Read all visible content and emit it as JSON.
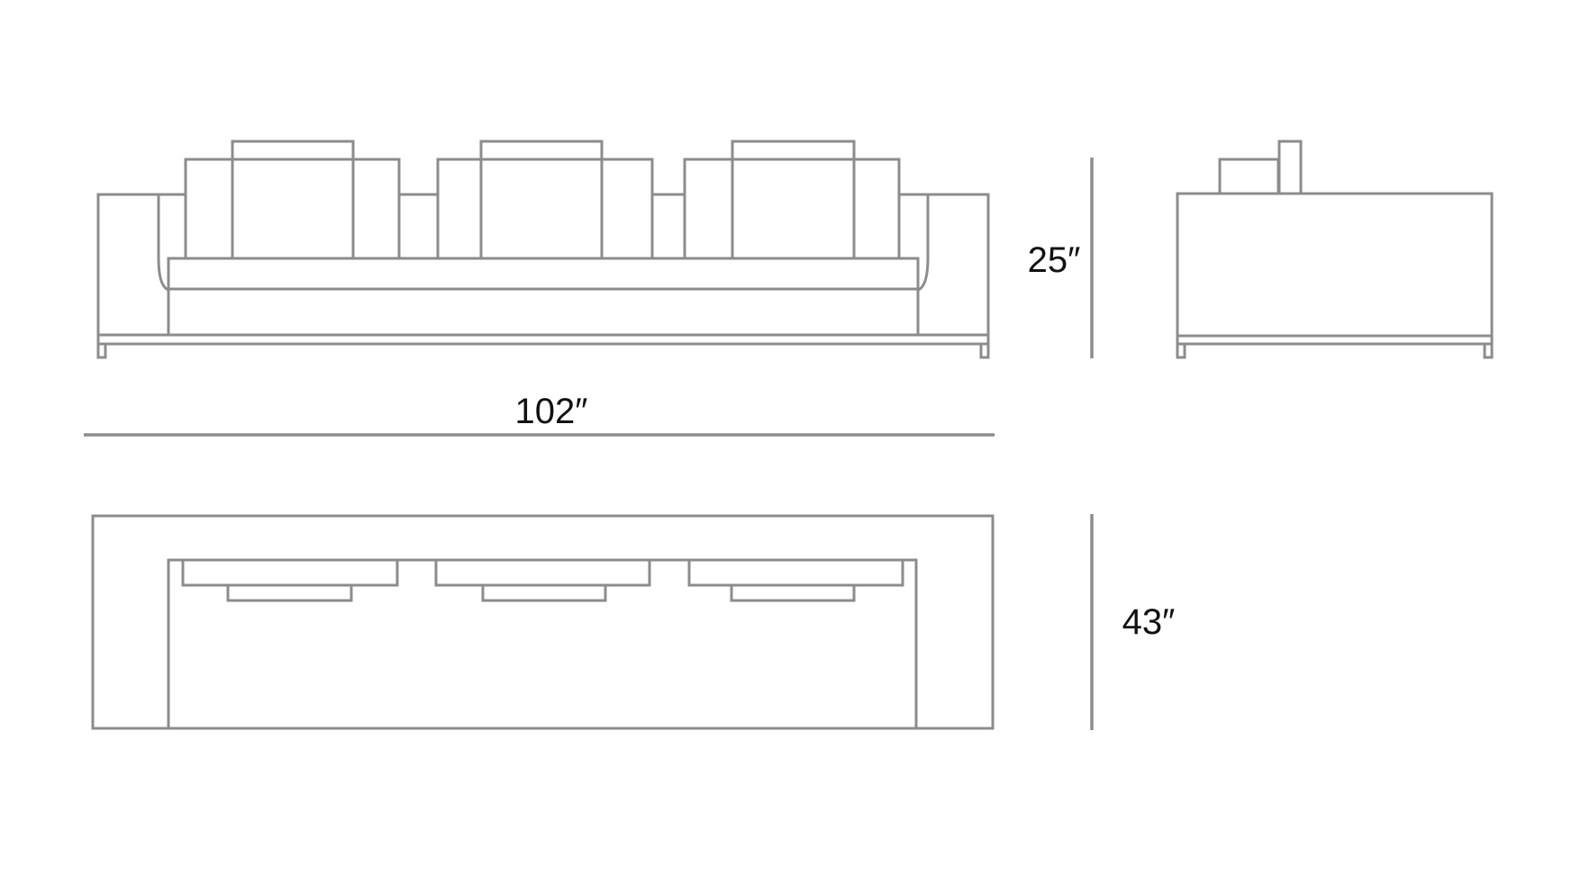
{
  "dimensions": {
    "width": "102″",
    "height": "25″",
    "depth": "43″"
  },
  "colors": {
    "outline": "#8c8c8c",
    "dimension_line": "#8c8c8c",
    "label": "#111111",
    "background": "#ffffff"
  }
}
